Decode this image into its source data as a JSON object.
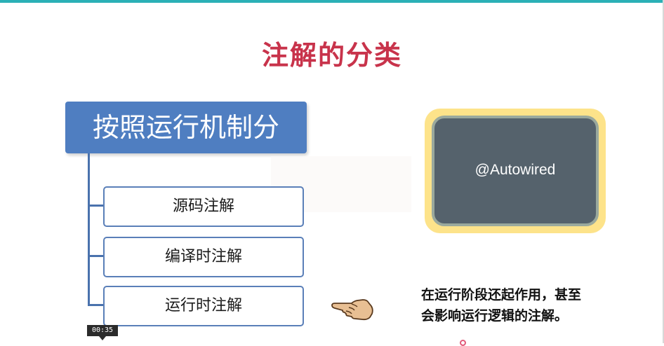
{
  "slide": {
    "title": "注解的分类",
    "root_label": "按照运行机制分",
    "children": [
      "源码注解",
      "编译时注解",
      "运行时注解"
    ],
    "screen_text": "@Autowired",
    "note_line1": "在运行阶段还起作用，甚至",
    "note_line2": "会影响运行逻辑的注解。"
  },
  "player": {
    "timestamp": "00:35"
  },
  "colors": {
    "title": "#c8334b",
    "root_box": "#4f7ec1",
    "accent_top_bar": "#2bb0b6",
    "frame_yellow": "#fde38a",
    "screen_slate": "#55626c"
  },
  "icons": {
    "pointer": "pointing-hand-icon"
  }
}
